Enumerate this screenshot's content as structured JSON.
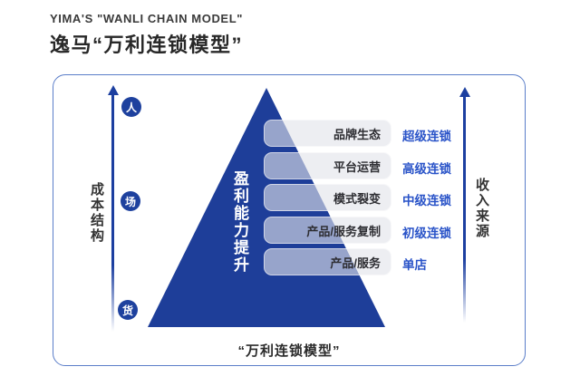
{
  "title": {
    "en": "YIMA'S \"WANLI CHAIN MODEL\"",
    "zh": "逸马“万利连锁模型”"
  },
  "left_axis": {
    "label": "成本结构",
    "nodes": [
      "人",
      "场",
      "货"
    ]
  },
  "right_axis": {
    "label": "收入来源"
  },
  "pyramid": {
    "label": "盈利能力提升"
  },
  "levels": [
    {
      "capability": "品牌生态",
      "stage": "超级连锁"
    },
    {
      "capability": "平台运营",
      "stage": "高级连锁"
    },
    {
      "capability": "模式裂变",
      "stage": "中级连锁"
    },
    {
      "capability": "产品/服务复制",
      "stage": "初级连锁"
    },
    {
      "capability": "产品/服务",
      "stage": "单店"
    }
  ],
  "caption": "“万利连锁模型”",
  "colors": {
    "pyramid_fill": "#1e3e99",
    "node_fill": "#1e419e",
    "arrow": "#1c3fa0",
    "frame_border": "#5b7ec9",
    "stage_text": "#2953c8",
    "bar_overlay": "rgba(226,227,234,0.62)",
    "title_text": "#282828"
  }
}
